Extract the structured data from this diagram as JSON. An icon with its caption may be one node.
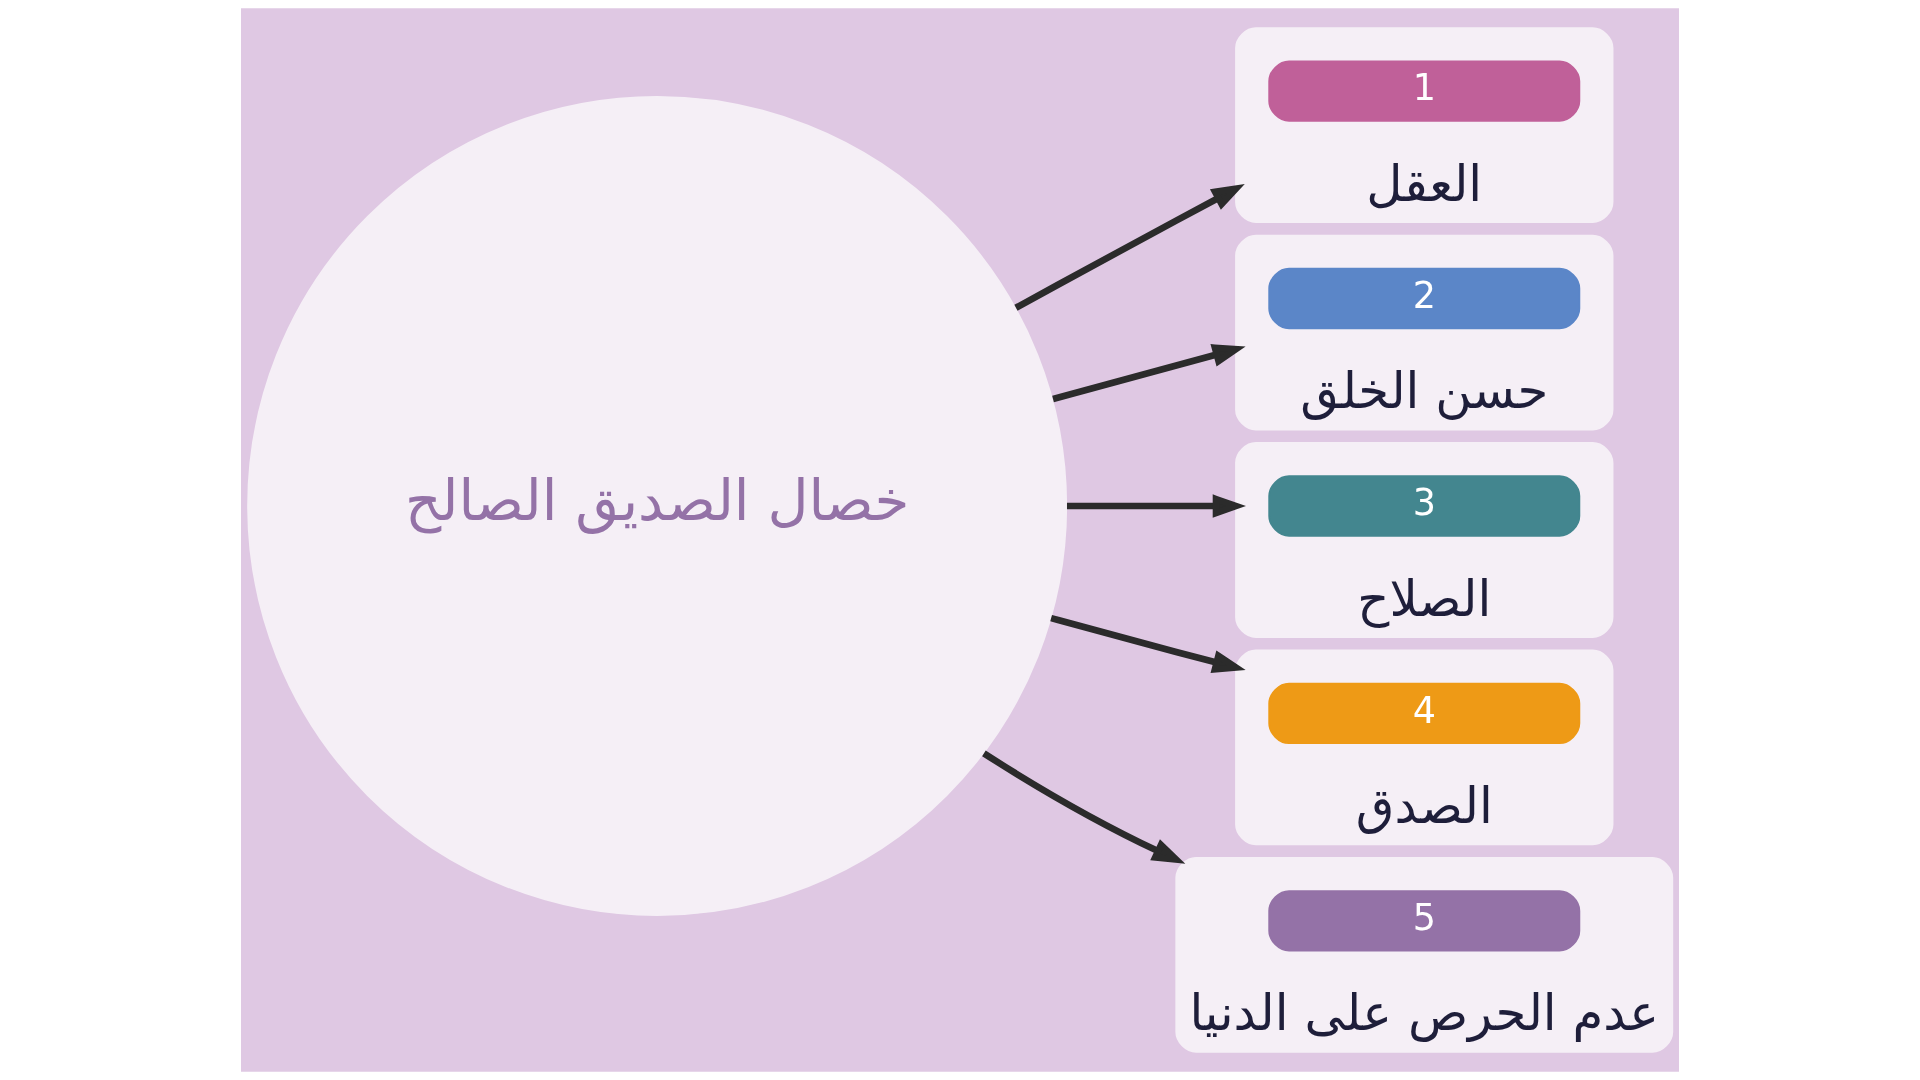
{
  "diagram": {
    "nodes": [
      {
        "text": [
          "خصال الصديق الصالح"
        ]
      },
      {
        "text": [
          "العقل"
        ]
      },
      {
        "text": [
          "1"
        ],
        "in": 1
      },
      {
        "text": [
          "حسن الخلق"
        ]
      },
      {
        "text": [
          "2"
        ],
        "in": 3
      },
      {
        "text": [
          "الصلاح"
        ]
      },
      {
        "text": [
          "3"
        ],
        "in": 5
      },
      {
        "text": [
          "الصدق"
        ]
      },
      {
        "text": [
          "4"
        ],
        "in": 7
      },
      {
        "text": [
          "عدم الحرص على الدنيا"
        ]
      },
      {
        "text": [
          "5"
        ],
        "in": 9
      }
    ],
    "edges": [
      {
        "from": 0,
        "to": 1,
        "arrow": "to"
      },
      {
        "from": 0,
        "to": 3,
        "arrow": "to"
      },
      {
        "from": 0,
        "to": 5,
        "arrow": "to"
      },
      {
        "from": 0,
        "to": 7,
        "arrow": "to"
      },
      {
        "from": 0,
        "to": 9,
        "arrow": "to"
      }
    ]
  }
}
